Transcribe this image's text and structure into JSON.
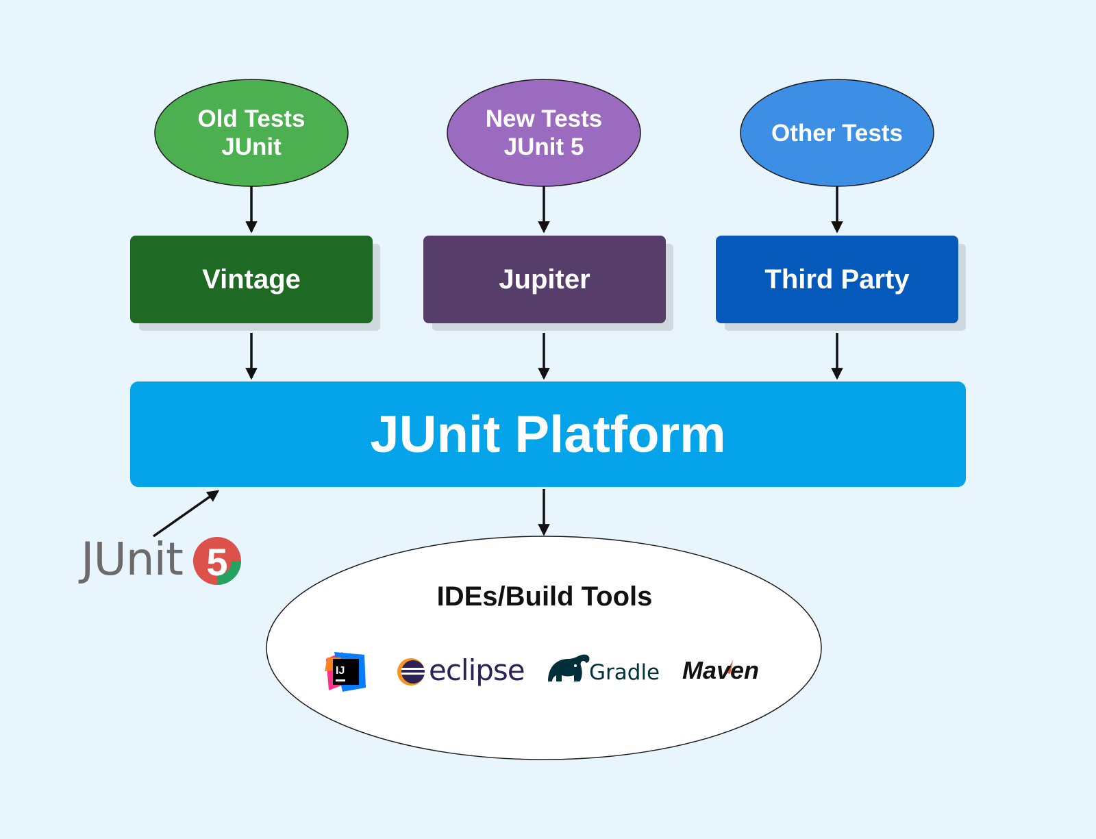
{
  "test_sources": [
    {
      "label": "Old Tests\nJUnit",
      "color": "#4caf50"
    },
    {
      "label": "New Tests\nJUnit 5",
      "color": "#9b6bbf"
    },
    {
      "label": "Other Tests",
      "color": "#3d8fe6"
    }
  ],
  "engines": [
    {
      "label": "Vintage",
      "color": "#1e6a24"
    },
    {
      "label": "Jupiter",
      "color": "#563d6a"
    },
    {
      "label": "Third Party",
      "color": "#0459bb"
    }
  ],
  "platform": {
    "label": "JUnit Platform",
    "color": "#04a3ea"
  },
  "tools": {
    "title": "IDEs/Build Tools",
    "intellij_badge": "IJ",
    "eclipse": "eclipse",
    "gradle": "Gradle",
    "maven": "Maven"
  },
  "junit5_logo": {
    "text": "JUnit",
    "badge": "5",
    "badge_color": "#dc524a",
    "accent_color": "#25a162"
  }
}
